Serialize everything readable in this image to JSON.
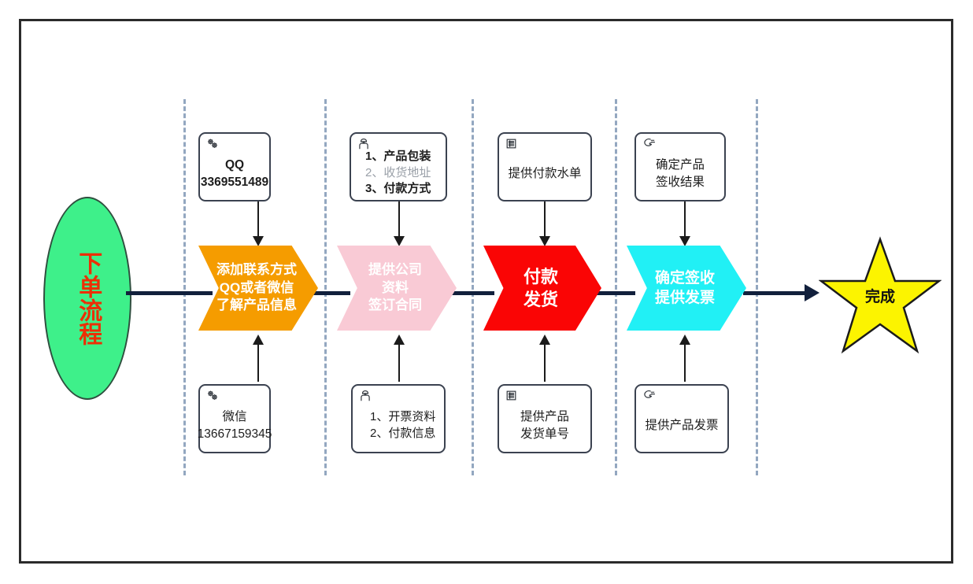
{
  "diagram": {
    "title_start": "下单流程",
    "end_label": "完成",
    "colors": {
      "start_fill": "#3ef08a",
      "start_text": "#ec2f06",
      "stage1": "#f59c00",
      "stage2": "#f9cad5",
      "stage3": "#fa0505",
      "stage4": "#21f0f5",
      "end_fill": "#fcf400",
      "flow_line": "#12203c",
      "lane_separator": "#93a7c0",
      "frame": "#2b2b2b"
    },
    "stages": [
      {
        "id": "stage-1",
        "fill": "#f59c00",
        "lines": [
          "添加联系方式",
          "QQ或者微信",
          "了解产品信息"
        ],
        "top_note": {
          "icon": "gears-icon",
          "lines": [
            {
              "text": "QQ",
              "style": "bold"
            },
            {
              "text": "3369551489",
              "style": "normal"
            }
          ]
        },
        "bottom_note": {
          "icon": "gears-icon",
          "lines": [
            {
              "text": "微信",
              "style": "normal"
            },
            {
              "text": "13667159345",
              "style": "normal"
            }
          ]
        }
      },
      {
        "id": "stage-2",
        "fill": "#f9cad5",
        "lines": [
          "提供公司",
          "资料",
          "签订合同"
        ],
        "top_note": {
          "icon": "person-icon",
          "lines": [
            {
              "text": "1、产品包装",
              "style": "bold"
            },
            {
              "text": "2、收货地址",
              "style": "gray"
            },
            {
              "text": "3、付款方式",
              "style": "bold"
            }
          ]
        },
        "bottom_note": {
          "icon": "person-icon",
          "lines": [
            {
              "text": "1、开票资料",
              "style": "normal"
            },
            {
              "text": "2、付款信息",
              "style": "normal"
            }
          ]
        }
      },
      {
        "id": "stage-3",
        "fill": "#fa0505",
        "lines": [
          "付款",
          "发货"
        ],
        "top_note": {
          "icon": "document-list-icon",
          "lines": [
            {
              "text": "提供付款水单",
              "style": "normal"
            }
          ]
        },
        "bottom_note": {
          "icon": "document-list-icon",
          "lines": [
            {
              "text": "提供产品",
              "style": "normal"
            },
            {
              "text": "发货单号",
              "style": "normal"
            }
          ]
        }
      },
      {
        "id": "stage-4",
        "fill": "#21f0f5",
        "lines": [
          "确定签收",
          "提供发票"
        ],
        "top_note": {
          "icon": "pointing-hand-icon",
          "lines": [
            {
              "text": "确定产品",
              "style": "normal"
            },
            {
              "text": "签收结果",
              "style": "normal"
            }
          ]
        },
        "bottom_note": {
          "icon": "pointing-hand-icon",
          "lines": [
            {
              "text": "提供产品发票",
              "style": "normal"
            }
          ]
        }
      }
    ]
  }
}
